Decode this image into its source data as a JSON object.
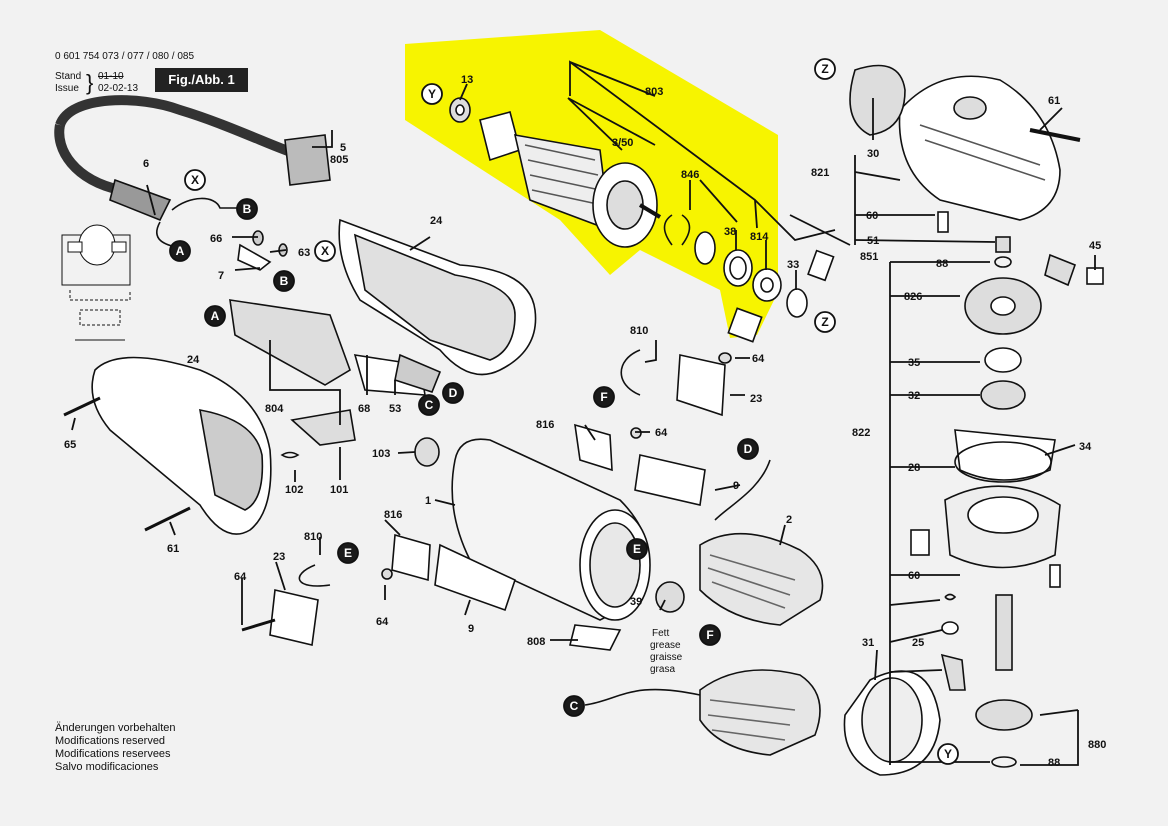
{
  "header": {
    "model_numbers": "0 601 754 073 / 077 / 080 / 085",
    "stand_label": "Stand",
    "issue_label": "Issue",
    "old_date": "01-10",
    "new_date": "02-02-13",
    "figure_label": "Fig./Abb. 1"
  },
  "footer": {
    "notes": [
      "Änderungen vorbehalten",
      "Modifications reserved",
      "Modifications reservees",
      "Salvo modificaciones"
    ]
  },
  "grease_note": [
    "Fett",
    "grease",
    "graisse",
    "grasa"
  ],
  "highlight_color": "#f7f400",
  "connector_letters": [
    "A",
    "B",
    "C",
    "D",
    "E",
    "F",
    "X",
    "Y",
    "Z"
  ],
  "part_numbers": {
    "p13": "13",
    "p803": "803",
    "p3_50": "3/50",
    "p846": "846",
    "p38": "38",
    "p814": "814",
    "p33": "33",
    "p5": "5",
    "p805": "805",
    "p6": "6",
    "p24a": "24",
    "p66": "66",
    "p63": "63",
    "p7": "7",
    "p24b": "24",
    "p804": "804",
    "p68": "68",
    "p53": "53",
    "p65": "65",
    "p102": "102",
    "p101": "101",
    "p61a": "61",
    "p810a": "810",
    "p64a": "64",
    "p23a": "23",
    "p816a": "816",
    "p64b": "64",
    "p103": "103",
    "p1": "1",
    "p9a": "9",
    "p2": "2",
    "p816b": "816",
    "p810b": "810",
    "p23b": "23",
    "p64c": "64",
    "p64d": "64",
    "p9b": "9",
    "p39": "39",
    "p808": "808",
    "p30": "30",
    "p821": "821",
    "p60a": "60",
    "p51": "51",
    "p851": "851",
    "p61b": "61",
    "p45": "45",
    "p88a": "88",
    "p826": "826",
    "p35": "35",
    "p32": "32",
    "p822": "822",
    "p34": "34",
    "p28": "28",
    "p60b": "60",
    "p25": "25",
    "p31": "31",
    "p880": "880",
    "p88b": "88"
  }
}
